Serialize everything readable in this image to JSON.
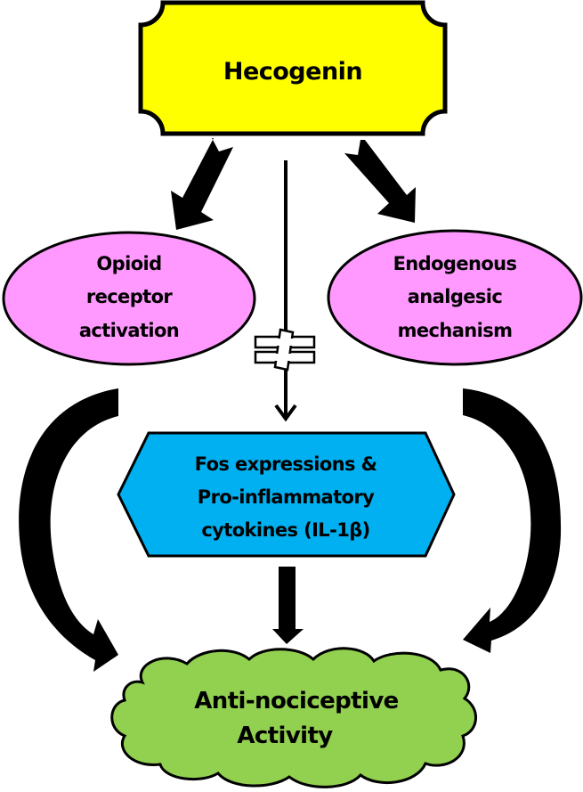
{
  "diagram": {
    "source_node": {
      "label": "Hecogenin",
      "fill": "#FFFF00"
    },
    "left_mechanism": {
      "lines": [
        "Opioid",
        "receptor",
        "activation"
      ],
      "fill": "#FF99FF"
    },
    "right_mechanism": {
      "lines": [
        "Endogenous",
        "analgesic",
        "mechanism"
      ],
      "fill": "#FF99FF"
    },
    "middle_target": {
      "lines": [
        "Fos expressions &",
        "Pro-inflammatory",
        "cytokines (IL-1β)"
      ],
      "fill": "#00B0F0"
    },
    "not_equal_symbol": "≠",
    "outcome": {
      "lines": [
        "Anti-nociceptive",
        "Activity"
      ],
      "fill": "#92D050"
    },
    "edges": [
      {
        "from": "Hecogenin",
        "to": "Opioid receptor activation",
        "style": "block-arrow"
      },
      {
        "from": "Hecogenin",
        "to": "Endogenous analgesic mechanism",
        "style": "block-arrow"
      },
      {
        "from": "Hecogenin",
        "to": "Fos expressions & Pro-inflammatory cytokines (IL-1β)",
        "style": "thin-arrow",
        "annotation": "≠"
      },
      {
        "from": "Opioid receptor activation",
        "to": "Anti-nociceptive Activity",
        "style": "curved-block-arrow"
      },
      {
        "from": "Endogenous analgesic mechanism",
        "to": "Anti-nociceptive Activity",
        "style": "curved-block-arrow"
      },
      {
        "from": "Fos expressions & Pro-inflammatory cytokines (IL-1β)",
        "to": "Anti-nociceptive Activity",
        "style": "block-arrow"
      }
    ]
  }
}
